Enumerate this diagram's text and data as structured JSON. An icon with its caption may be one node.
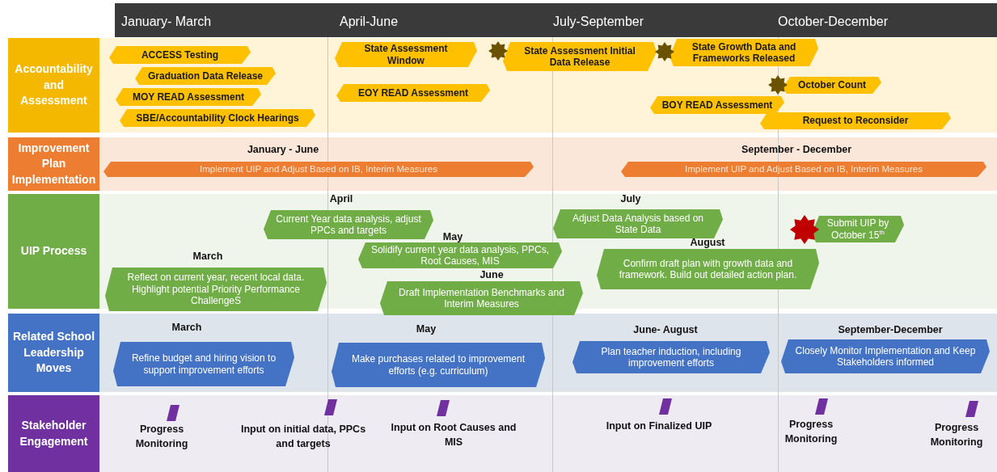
{
  "diagram": {
    "nodes": [
      {
        "text": [
          "Accountability and Assessment"
        ]
      },
      {
        "text": [
          "ACCESS Testing"
        ],
        "in": 0
      },
      {
        "text": [
          "Graduation Data Release"
        ],
        "in": 0
      },
      {
        "text": [
          "MOY READ Assessment"
        ],
        "in": 0
      },
      {
        "text": [
          "SBE/Accountability Clock Hearings"
        ],
        "in": 0
      },
      {
        "text": [
          "State Assessment Window"
        ],
        "in": 0
      },
      {
        "text": [
          "EOY READ Assessment"
        ],
        "in": 0
      },
      {
        "text": [
          "State Assessment Initial Data Release"
        ],
        "in": 0
      },
      {
        "text": [
          "State Growth Data and Frameworks Released"
        ],
        "in": 0
      },
      {
        "text": [
          "October Count"
        ],
        "in": 0
      },
      {
        "text": [
          "BOY READ Assessment"
        ],
        "in": 0
      },
      {
        "text": [
          "Request to Reconsider"
        ],
        "in": 0
      },
      {
        "text": [
          "Improvement Plan Implementation"
        ]
      },
      {
        "text": [
          "Implement UIP and Adjust Based on IB, Interim Measures"
        ],
        "in": 12,
        "beside": [
          "January - June"
        ]
      },
      {
        "text": [
          "Implement UIP and Adjust Based on IB, Interim Measures"
        ],
        "in": 12,
        "beside": [
          "September - December"
        ]
      },
      {
        "text": [
          "UIP Process"
        ]
      },
      {
        "text": [
          "Reflect on current year, recent local data. Highlight potential Priority Performance ChallengeS"
        ],
        "in": 15,
        "beside": [
          "March"
        ]
      },
      {
        "text": [
          "Current Year data analysis, adjust PPCs and targets"
        ],
        "in": 15,
        "beside": [
          "April"
        ]
      },
      {
        "text": [
          "Solidify current year data analysis, PPCs, Root Causes, MIS"
        ],
        "in": 15,
        "beside": [
          "May"
        ]
      },
      {
        "text": [
          "Draft Implementation Benchmarks and Interim Measures"
        ],
        "in": 15,
        "beside": [
          "June"
        ]
      },
      {
        "text": [
          "Adjust Data Analysis based on State Data"
        ],
        "in": 15,
        "beside": [
          "July"
        ]
      },
      {
        "text": [
          "Confirm draft plan with growth data and framework. Build out detailed action plan."
        ],
        "in": 15,
        "beside": [
          "August"
        ]
      },
      {
        "text": [
          "Submit UIP by October 15$^{th}$"
        ],
        "in": 15
      },
      {
        "text": [
          "Related School Leadership Moves"
        ]
      },
      {
        "text": [
          "Refine budget and hiring vision to support improvement efforts"
        ],
        "in": 23,
        "beside": [
          "March"
        ]
      },
      {
        "text": [
          "Make purchases related to improvement efforts (e.g. curriculum)"
        ],
        "in": 23,
        "beside": [
          "May"
        ]
      },
      {
        "text": [
          "Plan teacher induction, including improvement efforts"
        ],
        "in": 23,
        "beside": [
          "June- August"
        ]
      },
      {
        "text": [
          "Closely Monitor Implementation and Keep Stakeholders informed"
        ],
        "in": 23,
        "beside": [
          "September-December"
        ]
      },
      {
        "text": [
          "Stakeholder Engagement"
        ]
      },
      {
        "text": [
          "Progress Monitoring"
        ],
        "in": 28
      },
      {
        "text": [
          "Input on initial data, PPCs and targets"
        ],
        "in": 28
      },
      {
        "text": [
          "Input on Root Causes and MIS"
        ],
        "in": 28
      },
      {
        "text": [
          "Input on Finalized UIP"
        ],
        "in": 28
      },
      {
        "text": [
          "Progress Monitoring"
        ],
        "in": 28
      },
      {
        "text": [
          "Progress Monitoring"
        ],
        "in": 28
      }
    ],
    "labels": [
      "January- March",
      "April-June",
      "July-September",
      "October-December"
    ]
  }
}
